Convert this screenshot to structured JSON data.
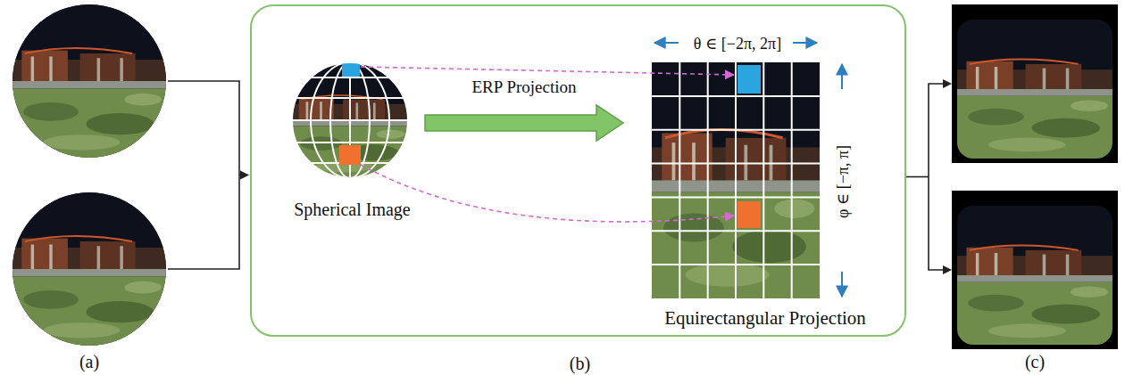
{
  "diagram": {
    "nodes": [
      {
        "text": [
          "(a)"
        ]
      },
      {
        "text": [
          "(b)"
        ]
      },
      {
        "text": [
          "Spherical Image"
        ],
        "in": 1
      },
      {
        "text": [
          "θ ∈ [−2π, 2π]",
          "φ ∈ [−π, π]",
          "Equirectangular Projection"
        ],
        "in": 1
      },
      {
        "text": [
          "(c)"
        ]
      }
    ],
    "edges": [
      {
        "from": 0,
        "to": 1,
        "arrow": "to"
      },
      {
        "from": 2,
        "to": 3,
        "label": "ERP Projection",
        "arrow": "to"
      },
      {
        "from": 1,
        "to": 4,
        "arrow": "to"
      }
    ]
  }
}
